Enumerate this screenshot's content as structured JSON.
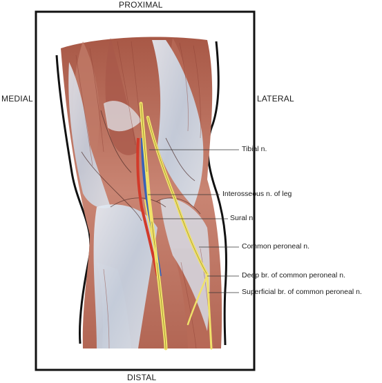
{
  "orientation": {
    "proximal": "PROXIMAL",
    "distal": "DISTAL",
    "medial": "MEDIAL",
    "lateral": "LATERAL"
  },
  "callouts": [
    {
      "label": "Tibial n."
    },
    {
      "label": "Interosseous n. of leg"
    },
    {
      "label": "Sural n."
    },
    {
      "label": "Common peroneal n."
    },
    {
      "label": "Deep br. of common peroneal n."
    },
    {
      "label": "Superficial br. of common peroneal n."
    }
  ],
  "colors": {
    "frame": "#111111",
    "muscle": "#b86a55",
    "muscle_light": "#d9a494",
    "fascia": "#c9d6e6",
    "fascia_light": "#e4ecf4",
    "nerve": "#f0e26a",
    "artery": "#d23a2a",
    "vein": "#3a62b8",
    "leader": "#333333"
  }
}
